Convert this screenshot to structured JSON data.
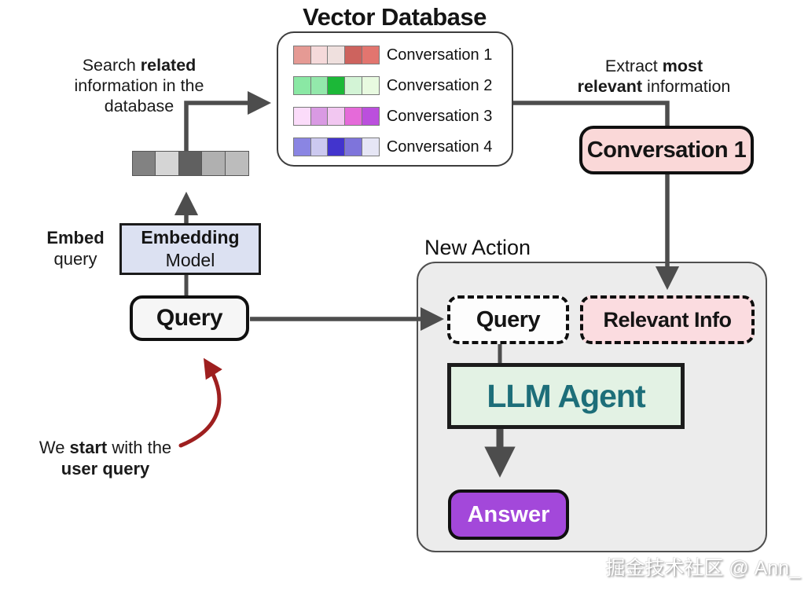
{
  "title": "Vector Database",
  "colors": {
    "arrow": "#4d4d4d",
    "red_arrow": "#9e1f1f",
    "embedding_box_bg": "#dce1f2",
    "query_box_bg": "#f6f6f6",
    "conversation1_bg": "#fad8d8",
    "relevant_info_bg": "#fbdce0",
    "llm_box_bg": "#e3f2e4",
    "llm_text": "#1d6e79",
    "answer_bg": "#a348da",
    "container_bg": "#ececec"
  },
  "vector_db": {
    "rows": [
      {
        "label": "Conversation 1",
        "swatches": [
          "#e59a94",
          "#f5d9da",
          "#efe0de",
          "#cd635e",
          "#e2756f"
        ]
      },
      {
        "label": "Conversation 2",
        "swatches": [
          "#8ae8a4",
          "#93e8ab",
          "#1cb838",
          "#d3f4d6",
          "#e8fae0"
        ]
      },
      {
        "label": "Conversation 3",
        "swatches": [
          "#fbdcfa",
          "#d99ae3",
          "#f2c7f1",
          "#e56ad9",
          "#bb4fdd"
        ]
      },
      {
        "label": "Conversation 4",
        "swatches": [
          "#8a85e3",
          "#ccc9f0",
          "#4234cd",
          "#7e74db",
          "#e6e6f5"
        ]
      }
    ]
  },
  "embedding_vector": {
    "swatches": [
      "#828282",
      "#d5d5d5",
      "#606060",
      "#b0b0b0",
      "#bcbcbc"
    ]
  },
  "notes": {
    "search": {
      "l1a": "Search ",
      "l1b": "related",
      "l2": "information in the",
      "l3": "database"
    },
    "extract": {
      "l1a": "Extract ",
      "l1b": "most",
      "l2a": "relevant",
      "l2b": " information"
    },
    "embed": {
      "l1": "Embed",
      "l2": "query"
    },
    "start": {
      "l1a": "We ",
      "l1b": "start",
      "l1c": " with the",
      "l2": "user query"
    }
  },
  "nodes": {
    "embedding_model_line1": "Embedding",
    "embedding_model_line2": "Model",
    "query": "Query",
    "conversation1": "Conversation 1",
    "new_action_label": "New Action",
    "dashed_query": "Query",
    "relevant_info": "Relevant Info",
    "llm_agent": "LLM Agent",
    "answer": "Answer"
  },
  "watermark": "掘金技术社区 @ Ann_"
}
